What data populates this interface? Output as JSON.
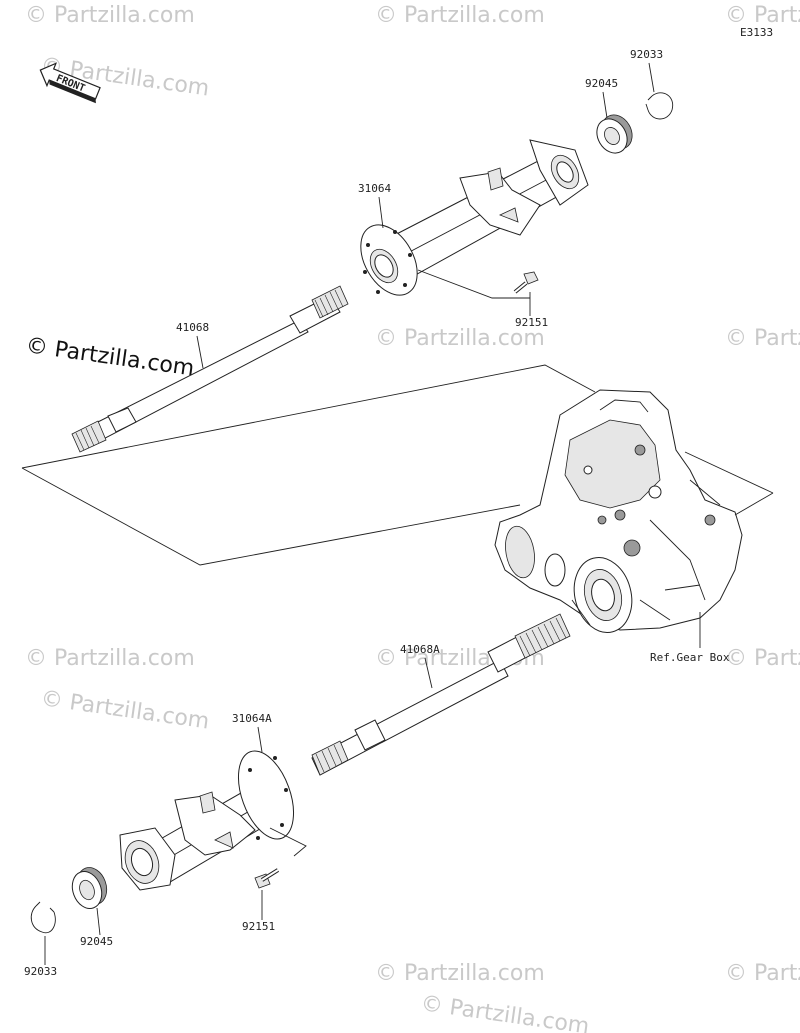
{
  "diagram_code": "E3133",
  "front_label": "FRONT",
  "watermark_text": "© Partzilla.com",
  "copyright_text": "© Partzilla.com",
  "parts": {
    "circlip_upper": "92033",
    "bearing_upper": "92045",
    "housing_upper": "31064",
    "bolt_upper": "92151",
    "axle_upper": "41068",
    "axle_lower": "41068A",
    "housing_lower": "31064A",
    "bolt_lower": "92151",
    "bearing_lower": "92045",
    "circlip_lower": "92033",
    "gear_box_ref": "Ref.Gear Box"
  }
}
